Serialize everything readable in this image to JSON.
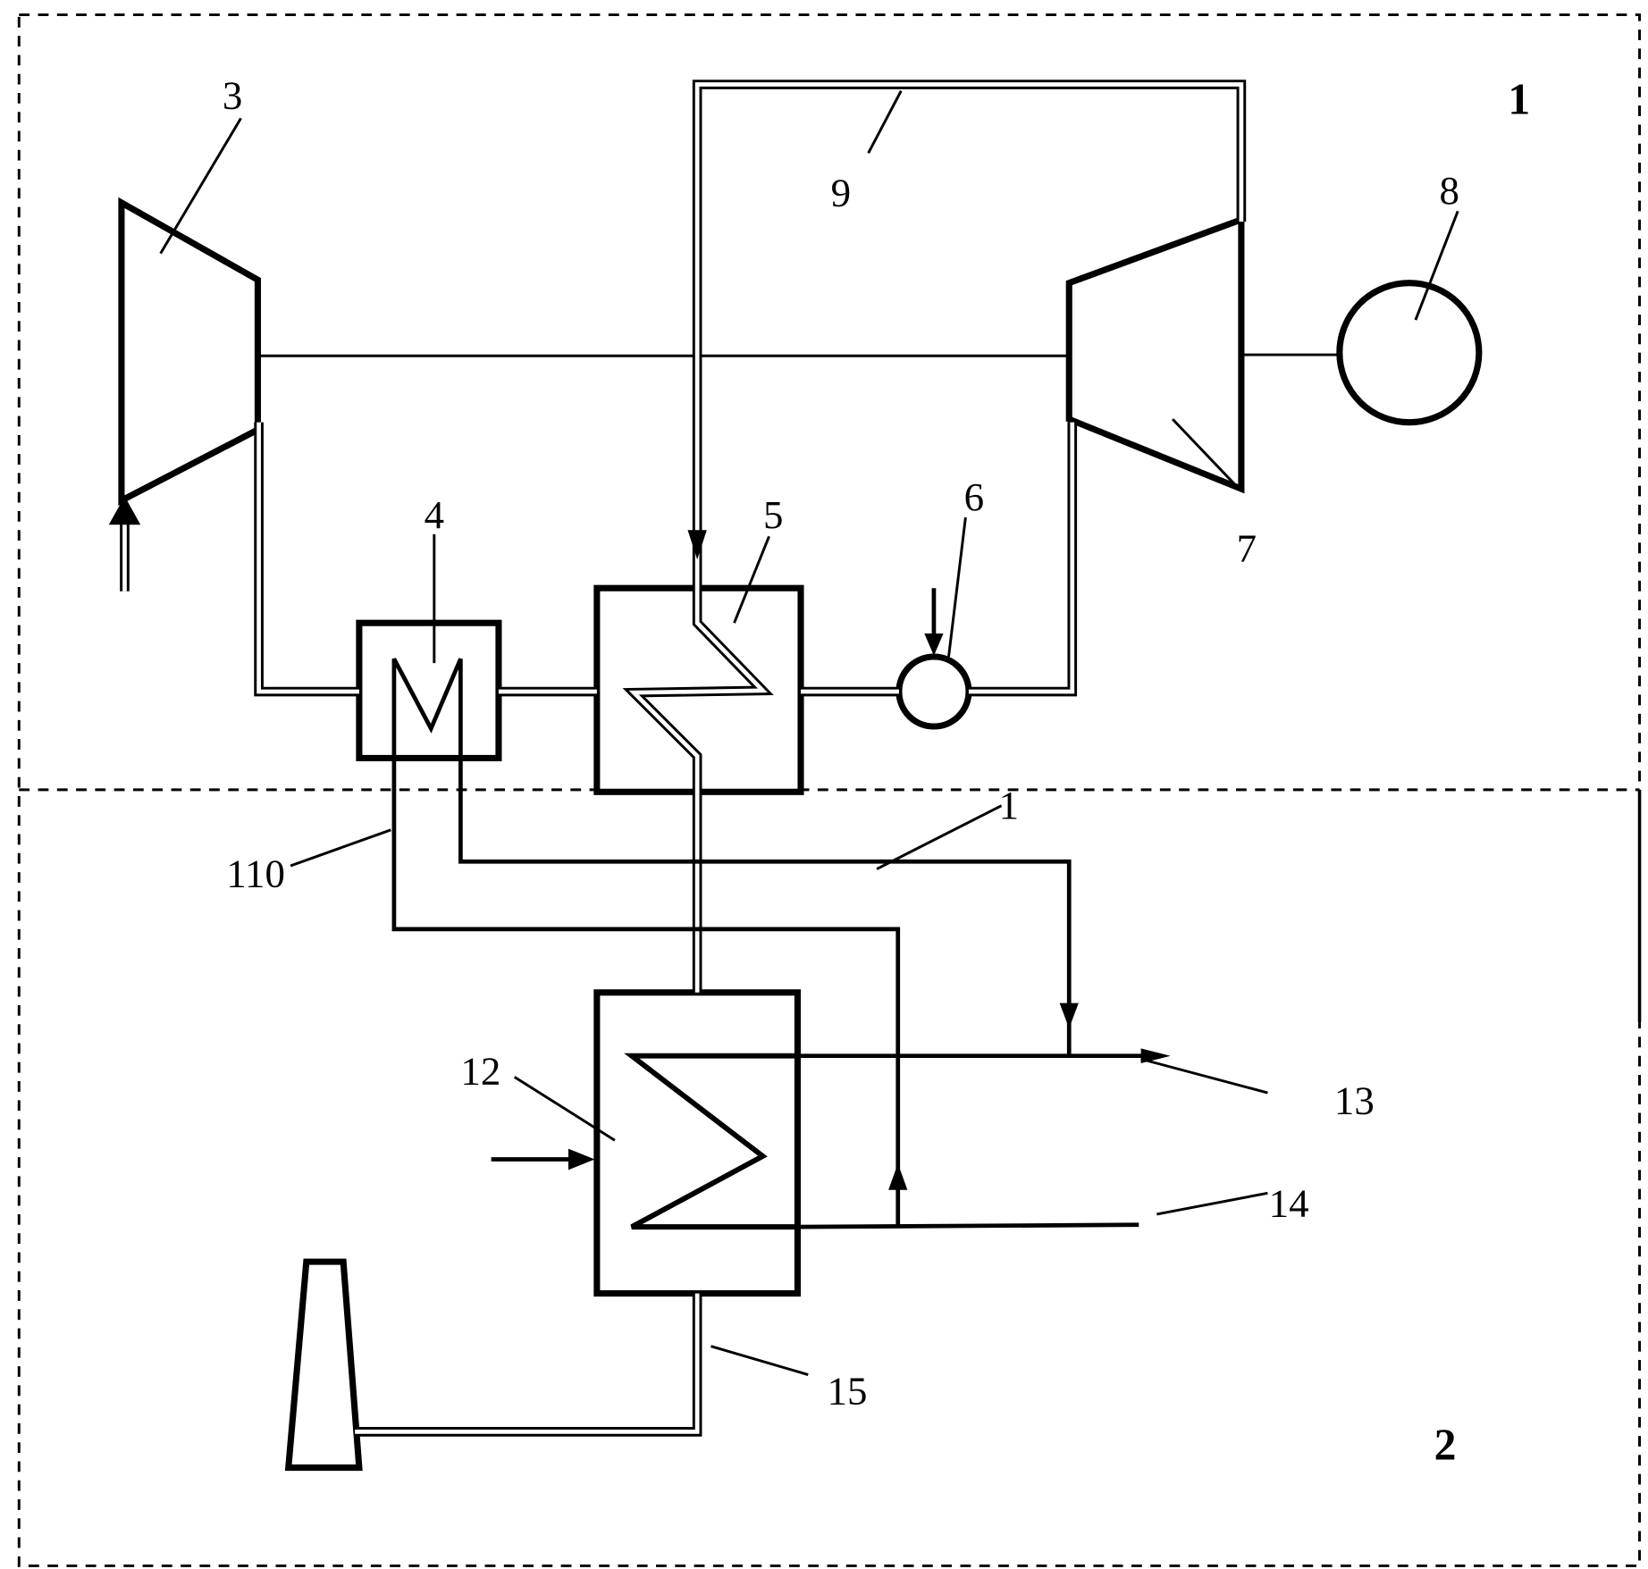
{
  "regions": {
    "top": "1",
    "bottom": "2"
  },
  "labels": {
    "compressor": "3",
    "exchanger_m": "4",
    "exchanger_coil": "5",
    "combustor": "6",
    "turbine": "7",
    "generator": "8",
    "pipe_9": "9",
    "line_110": "110",
    "line_1": "1",
    "heater": "12",
    "outlet_13": "13",
    "inlet_14": "14",
    "flue_15": "15"
  }
}
